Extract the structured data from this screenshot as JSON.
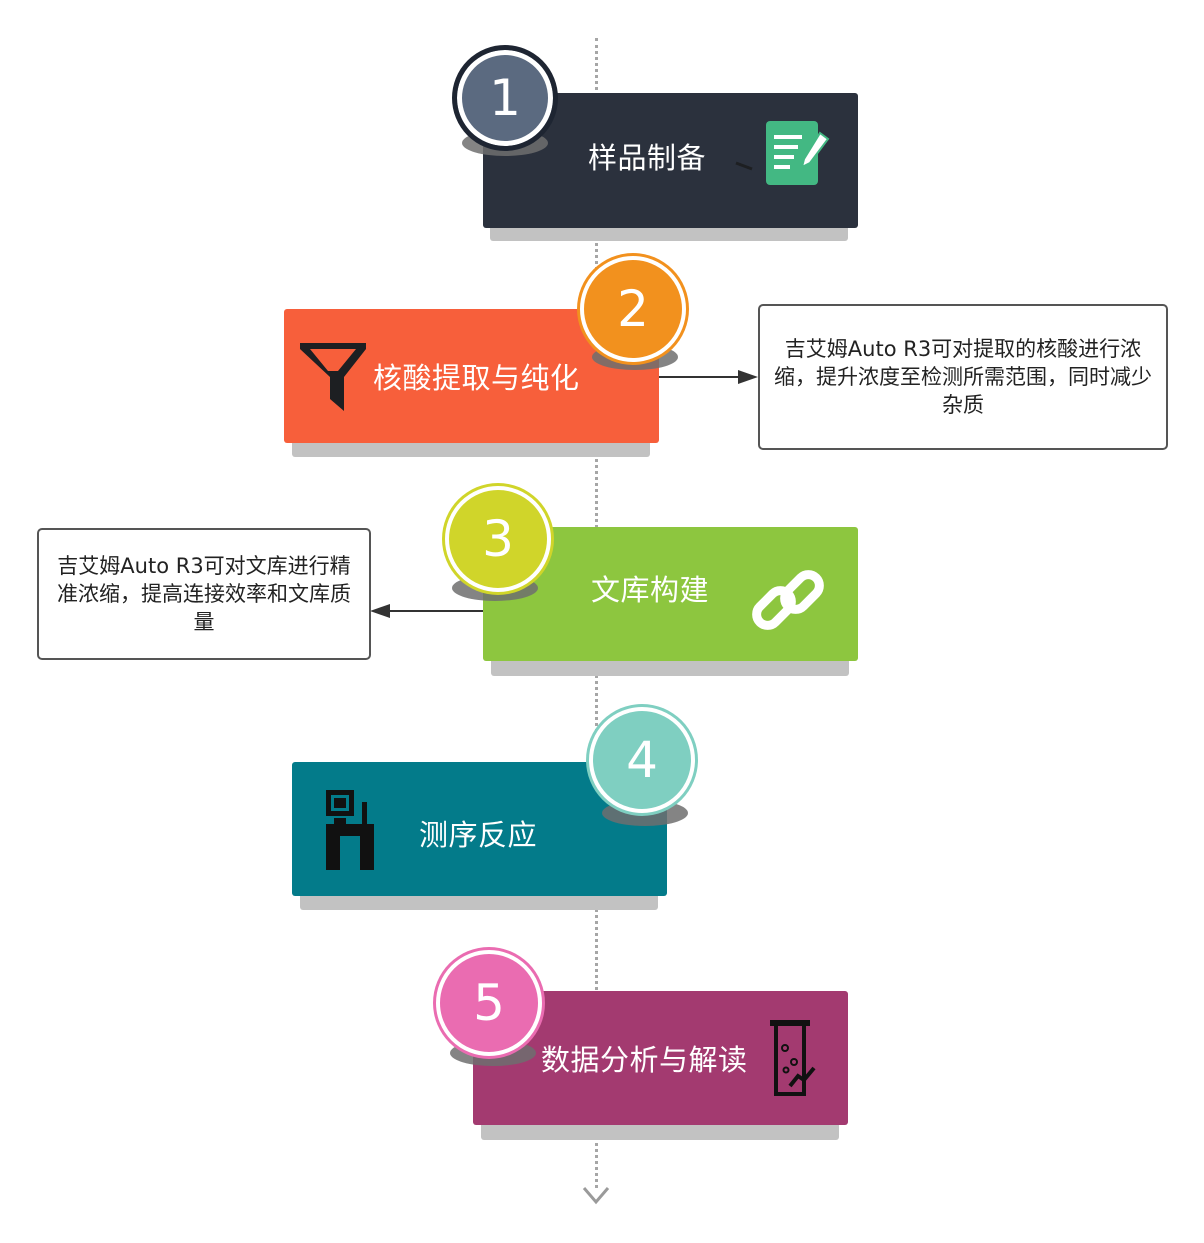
{
  "colors": {
    "step1": "#2b313d",
    "step2": "#f75f3b",
    "step3": "#8dc63f",
    "step4": "#037b8a",
    "step5": "#a33a70",
    "circle1": "#5b6a80",
    "circle2": "#f2911e",
    "circle3": "#d0d52a",
    "circle4": "#7fcfc1",
    "circle5": "#ea6cb1"
  },
  "steps": [
    {
      "number": "1",
      "label": "样品制备",
      "icon": "document-edit-icon"
    },
    {
      "number": "2",
      "label": "核酸提取与纯化",
      "icon": "filter-icon"
    },
    {
      "number": "3",
      "label": "文库构建",
      "icon": "link-icon"
    },
    {
      "number": "4",
      "label": "测序反应",
      "icon": "sequencer-icon"
    },
    {
      "number": "5",
      "label": "数据分析与解读",
      "icon": "test-tube-icon"
    }
  ],
  "notes": {
    "extraction": "吉艾姆Auto R3可对提取的核酸进行浓缩，提升浓度至检测所需范围，同时减少杂质",
    "library": "吉艾姆Auto R3可对文库进行精准浓缩，提高连接效率和文库质量"
  }
}
